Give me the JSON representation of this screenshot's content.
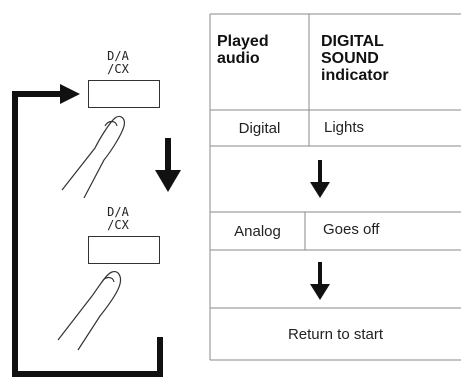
{
  "buttons": [
    {
      "label_line1": "D/A",
      "label_line2": "/CX"
    },
    {
      "label_line1": "D/A",
      "label_line2": "/CX"
    }
  ],
  "table": {
    "headers": [
      "Played audio",
      "DIGITAL SOUND indicator"
    ],
    "header_lines": {
      "played": [
        "Played",
        "audio"
      ],
      "indicator": [
        "DIGITAL",
        "SOUND",
        "indicator"
      ]
    },
    "rows": [
      {
        "audio": "Digital",
        "indicator": "Lights"
      },
      {
        "audio": "Analog",
        "indicator": "Goes off"
      }
    ],
    "footer": "Return to start"
  },
  "icons": {
    "arrow": "down-arrow-icon",
    "loop_arrow": "loop-arrow-icon",
    "finger": "finger-press-icon"
  },
  "colors": {
    "ink": "#1a1a1a",
    "grid": "#8a8a8a",
    "background": "#ffffff"
  }
}
